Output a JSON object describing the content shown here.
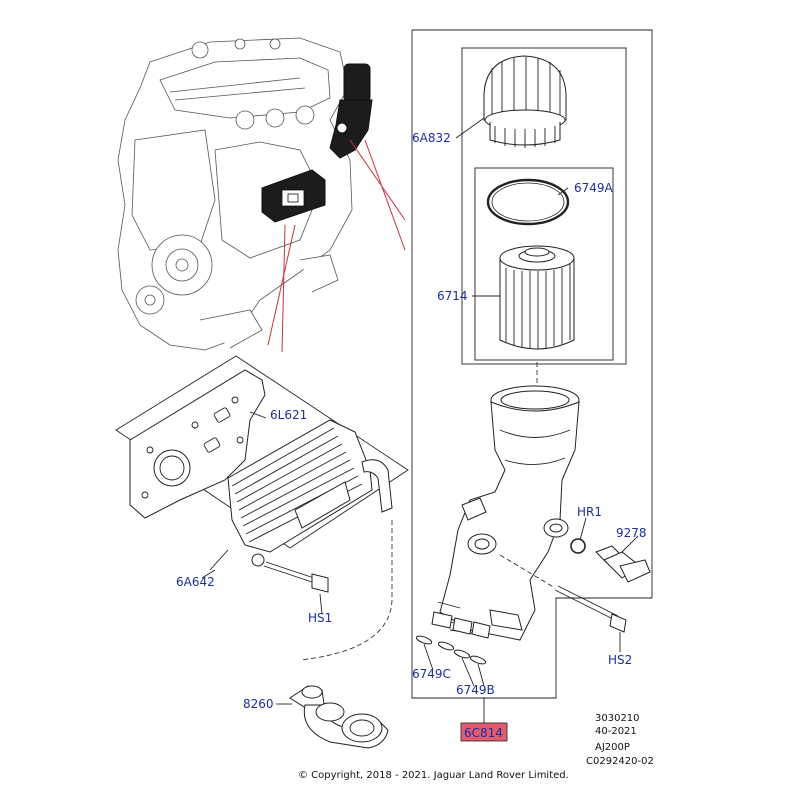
{
  "part_labels": {
    "filter_cap": "6A832",
    "o_ring_cap": "6749A",
    "filter_element": "6714",
    "cooler_gasket": "6L621",
    "oil_cooler": "6A642",
    "hose_assembly": "8260",
    "housing_o_ring_top": "HR1",
    "pressure_sensor": "9278",
    "cooler_bolt": "HS1",
    "housing_bolt": "HS2",
    "housing_seal_c": "6749C",
    "housing_seal_b": "6749B",
    "housing_assembly": "6C814"
  },
  "reference": {
    "line1": "3030210",
    "line2": "40-2021",
    "line3": "AJ200P",
    "line4": "C0292420-02"
  },
  "copyright": "© Copyright, 2018 - 2021. Jaguar Land Rover Limited.",
  "colors": {
    "label_blue": "#1b2f9e",
    "highlight_fill": "#e25a6e",
    "leader_red": "#c8323c"
  }
}
